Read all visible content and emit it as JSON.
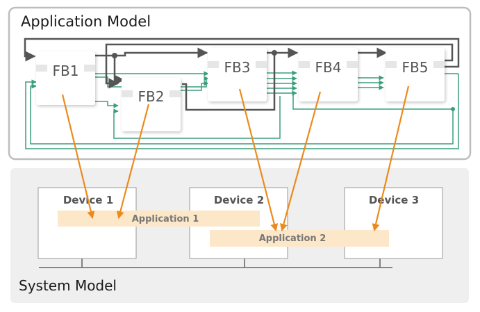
{
  "application_model": {
    "title": "Application Model",
    "function_blocks": [
      "FB1",
      "FB2",
      "FB3",
      "FB4",
      "FB5"
    ]
  },
  "system_model": {
    "title": "System Model",
    "devices": [
      "Device 1",
      "Device 2",
      "Device 3"
    ],
    "applications": [
      "Application 1",
      "Application 2"
    ]
  },
  "colors": {
    "event_line": "#555555",
    "data_line": "#3a9e7c",
    "mapping_arrow": "#ec8a1c",
    "application_band": "#fce7c8",
    "system_panel": "#efefef",
    "app_panel_border": "#bdbdbd"
  }
}
